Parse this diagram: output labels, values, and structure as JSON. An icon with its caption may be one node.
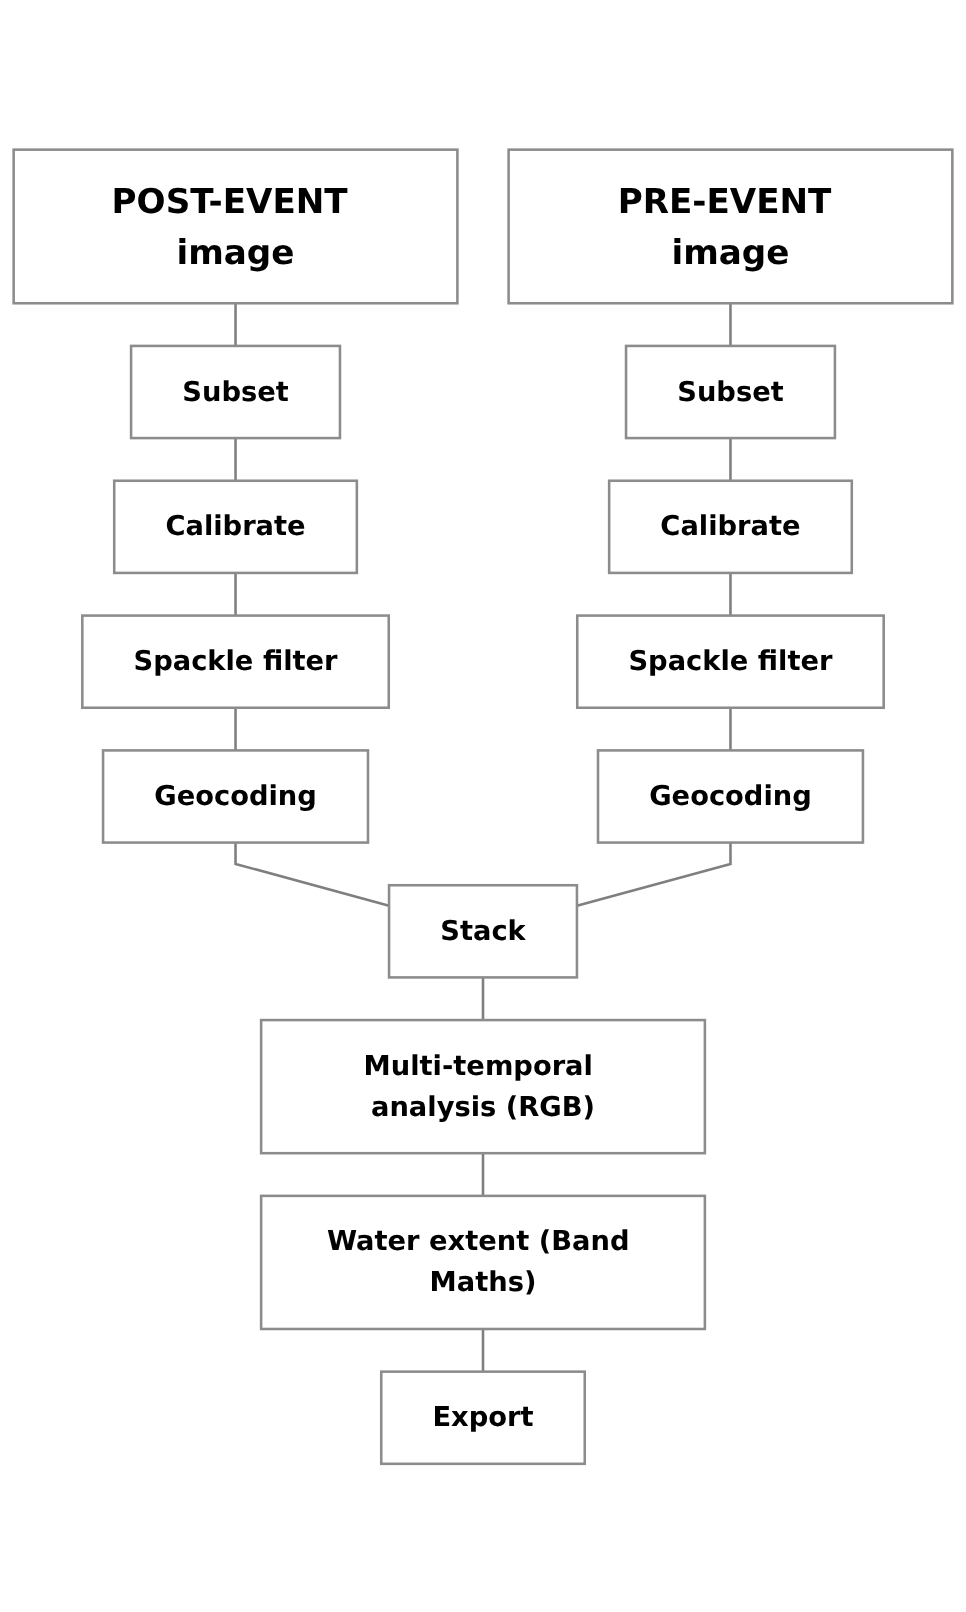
{
  "diagram": {
    "nodes": [
      {
        "text": [
          "POST-EVENT image"
        ]
      },
      {
        "text": [
          "PRE-EVENT image"
        ]
      },
      {
        "text": [
          "Subset"
        ]
      },
      {
        "text": [
          "Calibrate"
        ]
      },
      {
        "text": [
          "Spackle filter"
        ]
      },
      {
        "text": [
          "Geocoding"
        ]
      },
      {
        "text": [
          "Subset"
        ]
      },
      {
        "text": [
          "Calibrate"
        ]
      },
      {
        "text": [
          "Spackle filter"
        ]
      },
      {
        "text": [
          "Geocoding"
        ]
      },
      {
        "text": [
          "Stack"
        ]
      },
      {
        "text": [
          "Multi-temporal analysis (RGB)"
        ]
      },
      {
        "text": [
          "Water extent (Band Maths)"
        ]
      },
      {
        "text": [
          "Export"
        ]
      }
    ],
    "edges": [
      {
        "from": 0,
        "to": 2,
        "arrow": "none"
      },
      {
        "from": 2,
        "to": 3,
        "arrow": "none"
      },
      {
        "from": 3,
        "to": 4,
        "arrow": "none"
      },
      {
        "from": 4,
        "to": 5,
        "arrow": "none"
      },
      {
        "from": 1,
        "to": 6,
        "arrow": "none"
      },
      {
        "from": 6,
        "to": 7,
        "arrow": "none"
      },
      {
        "from": 7,
        "to": 8,
        "arrow": "none"
      },
      {
        "from": 8,
        "to": 9,
        "arrow": "none"
      },
      {
        "from": 5,
        "to": 10,
        "arrow": "none"
      },
      {
        "from": 9,
        "to": 10,
        "arrow": "none"
      },
      {
        "from": 10,
        "to": 11,
        "arrow": "none"
      },
      {
        "from": 11,
        "to": 12,
        "arrow": "none"
      },
      {
        "from": 12,
        "to": 13,
        "arrow": "none"
      }
    ]
  }
}
